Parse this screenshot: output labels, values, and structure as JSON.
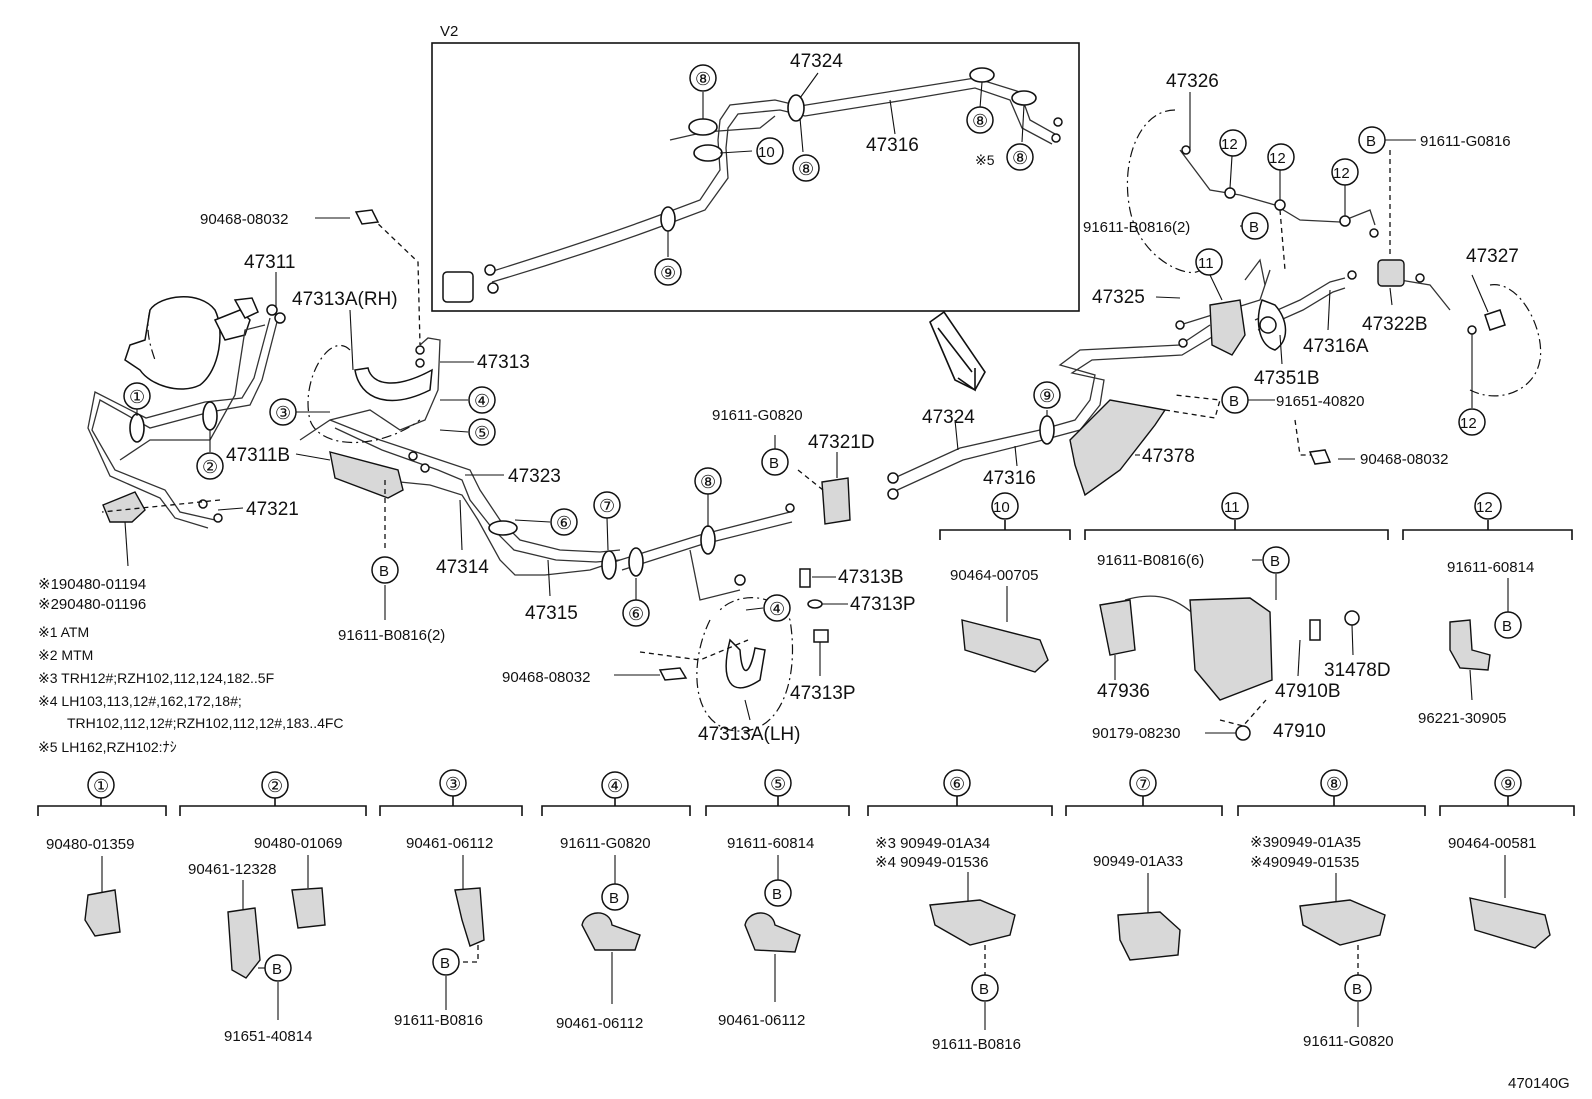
{
  "labels": {
    "v2": "V2",
    "p47324_top": "47324",
    "p47316_top": "47316",
    "note5_top": "※5",
    "p90468_a": "90468-08032",
    "p47311": "47311",
    "p47313A_RH": "47313A(RH)",
    "p47313": "47313",
    "p47311B": "47311B",
    "p47323": "47323",
    "p47321": "47321",
    "p47314": "47314",
    "p47315": "47315",
    "n1_90480": "※190480-01194",
    "n2_90480": "※290480-01196",
    "p91611_B0816_2": "91611-B0816(2)",
    "p91611_G0820": "91611-G0820",
    "p47321D": "47321D",
    "p47313B": "47313B",
    "p47313P_a": "47313P",
    "p47313P_b": "47313P",
    "p90468_b": "90468-08032",
    "p47313A_LH": "47313A(LH)",
    "p47324_mid": "47324",
    "p47316_mid": "47316",
    "p47378": "47378",
    "p47326": "47326",
    "pB_91611_G0816": "91611-G0816",
    "p91611_B0816_2b": "91611-B0816(2)",
    "p47327": "47327",
    "p47325": "47325",
    "p47322B": "47322B",
    "p47316A": "47316A",
    "p47351B": "47351B",
    "p91651_40820": "91651-40820",
    "p90468_c": "90468-08032",
    "s10_90464": "90464-00705",
    "s11_91611": "91611-B0816(6)",
    "s11_47936": "47936",
    "s11_31478D": "31478D",
    "s11_47910B": "47910B",
    "s11_90179": "90179-08230",
    "s11_47910": "47910",
    "s12_91611": "91611-60814",
    "s12_96221": "96221-30905",
    "c1_90480": "90480-01359",
    "c2_90480": "90480-01069",
    "c2_90461": "90461-12328",
    "c2_91651": "91651-40814",
    "c3_90461": "90461-06112",
    "c3_91611": "91611-B0816",
    "c4_91611": "91611-G0820",
    "c4_90461": "90461-06112",
    "c5_91611": "91611-60814",
    "c5_90461": "90461-06112",
    "c6_a": "※3 90949-01A34",
    "c6_b": "※4 90949-01536",
    "c6_91611": "91611-B0816",
    "c7_90949": "90949-01A33",
    "c8_a": "※390949-01A35",
    "c8_b": "※490949-01535",
    "c8_91611": "91611-G0820",
    "c9_90464": "90464-00581",
    "diagram_code": "470140G"
  },
  "notes": [
    "※1  ATM",
    "※2  MTM",
    "※3  TRH12#;RZH102,112,124,182..5F",
    "※4  LH103,113,12#,162,172,18#;",
    "TRH102,112,12#;RZH102,112,12#,183..4FC",
    "※5  LH162,RZH102:ﾅｼ"
  ],
  "circled_refs": {
    "r1": "①",
    "r2": "②",
    "r3": "③",
    "r4": "④",
    "r5": "⑤",
    "r6": "⑥",
    "r7": "⑦",
    "r8": "⑧",
    "r9": "⑨",
    "r10": "⑩",
    "r11": "⑪",
    "r12": "⑫",
    "bolt": "B"
  }
}
